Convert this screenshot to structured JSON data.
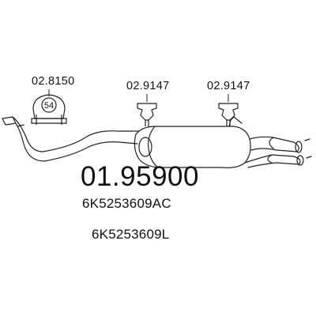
{
  "parts": {
    "clamp_label": "02.8150",
    "clamp_size": "54",
    "hanger_1_label": "02.9147",
    "hanger_2_label": "02.9147"
  },
  "product": {
    "number": "01.95900",
    "oem_1": "6K5253609AC",
    "oem_2": "6K5253609L"
  },
  "colors": {
    "line": "#222222",
    "background": "#ffffff"
  }
}
